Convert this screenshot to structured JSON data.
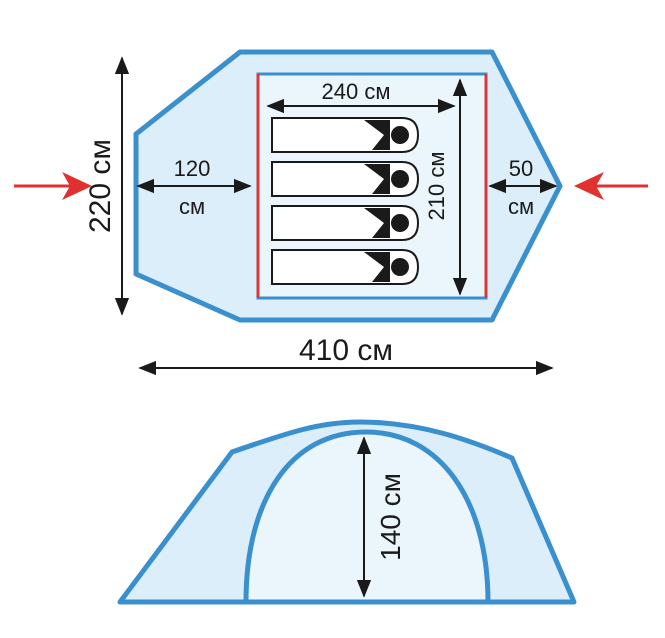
{
  "labels": {
    "overall_length": "410 см",
    "overall_width": "220 см",
    "inner_length": "240 см",
    "inner_width": "210 см",
    "left_vestibule_value": "120",
    "left_vestibule_unit": "см",
    "right_vestibule_value": "50",
    "right_vestibule_unit": "см",
    "height": "140 см"
  },
  "colors": {
    "outline": "#3a8fcf",
    "fill": "#dbeefa",
    "inner_frame": "#d43a3a",
    "arrow_red": "#e03030",
    "dimension": "#1a1a1a",
    "sleeping_bag": "#1a1a1a"
  },
  "sleeping_places": 4,
  "icons": {
    "entrance_arrows": "red-arrow-icon",
    "sleeper": "sleeping-bag-icon"
  }
}
